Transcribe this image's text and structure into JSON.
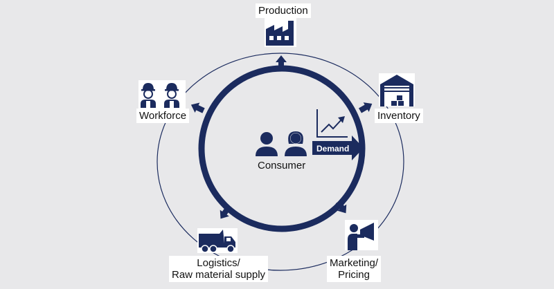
{
  "colors": {
    "background": "#e8e8ea",
    "primary": "#1b2b5e",
    "label_bg": "#ffffff",
    "text": "#111111"
  },
  "center": {
    "label": "Consumer",
    "demand_label": "Demand",
    "icons": [
      "consumers-icon",
      "trend-chart-icon",
      "demand-arrow-icon"
    ]
  },
  "nodes": {
    "production": {
      "label": "Production",
      "icon": "factory-icon"
    },
    "inventory": {
      "label": "Inventory",
      "icon": "warehouse-icon"
    },
    "marketing": {
      "line1": "Marketing/",
      "line2": "Pricing",
      "icon": "megaphone-person-icon"
    },
    "logistics": {
      "line1": "Logistics/",
      "line2": "Raw material supply",
      "icon": "dump-truck-icon"
    },
    "workforce": {
      "label": "Workforce",
      "icon": "workers-icon"
    }
  }
}
